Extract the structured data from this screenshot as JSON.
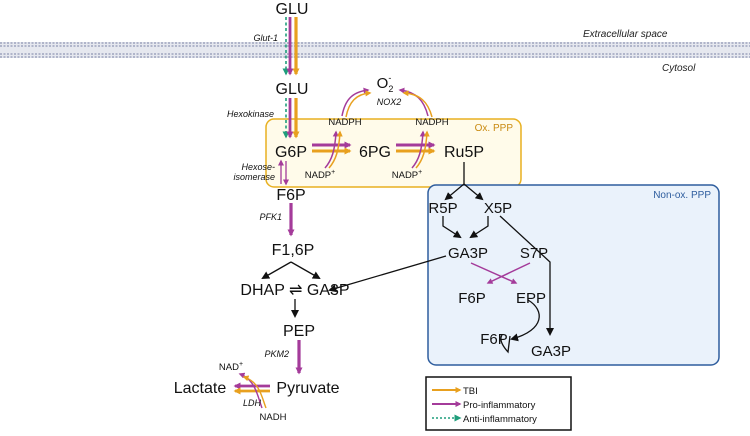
{
  "regions": {
    "extracellular": "Extracellular space",
    "cytosol": "Cytosol"
  },
  "boxes": {
    "ox_ppp": "Ox. PPP",
    "non_ox_ppp": "Non-ox. PPP"
  },
  "metabolites": {
    "glu_out": "GLU",
    "glu_in": "GLU",
    "g6p": "G6P",
    "six_pg": "6PG",
    "ru5p": "Ru5P",
    "f6p": "F6P",
    "f16p": "F1,6P",
    "dhap_ga3p": "DHAP ⇌ GA3P",
    "pep": "PEP",
    "pyruvate": "Pyruvate",
    "lactate": "Lactate",
    "r5p": "R5P",
    "x5p": "X5P",
    "ga3p_nonox": "GA3P",
    "s7p": "S7P",
    "f6p_nonox_a": "F6P",
    "epp": "EPP",
    "f6p_nonox_b": "F6P",
    "ga3p_nonox_b": "GA3P"
  },
  "cofactors": {
    "o2": "O",
    "o2_sub": "2",
    "o2_sup": "-",
    "nadph_1": "NADPH",
    "nadph_2": "NADPH",
    "nadp_1": "NADP",
    "nadp_1_sup": "+",
    "nadp_2": "NADP",
    "nadp_2_sup": "+",
    "nad": "NAD",
    "nad_sup": "+",
    "nadh": "NADH"
  },
  "enzymes": {
    "glut1": "Glut-1",
    "hexokinase": "Hexokinase",
    "hexose_isomerase_1": "Hexose-",
    "hexose_isomerase_2": "isomerase",
    "nox2": "NOX2",
    "pfk1": "PFK1",
    "pkm2": "PKM2",
    "ldh": "LDH"
  },
  "legend": {
    "items": [
      {
        "label": "TBI",
        "color": "#E8A01F"
      },
      {
        "label": "Pro-inflammatory",
        "color": "#A43B9A"
      },
      {
        "label": "Anti-inflammatory",
        "color": "#1F9E7B"
      }
    ]
  },
  "colors": {
    "tbi": "#E8A01F",
    "pro_inflammatory": "#A43B9A",
    "anti_inflammatory": "#1F9E7B",
    "ox_ppp_border": "#E8B020",
    "ox_ppp_fill": "#FFFBEA",
    "non_ox_ppp_border": "#2E5D9E",
    "non_ox_ppp_fill": "#EAF2FB"
  }
}
